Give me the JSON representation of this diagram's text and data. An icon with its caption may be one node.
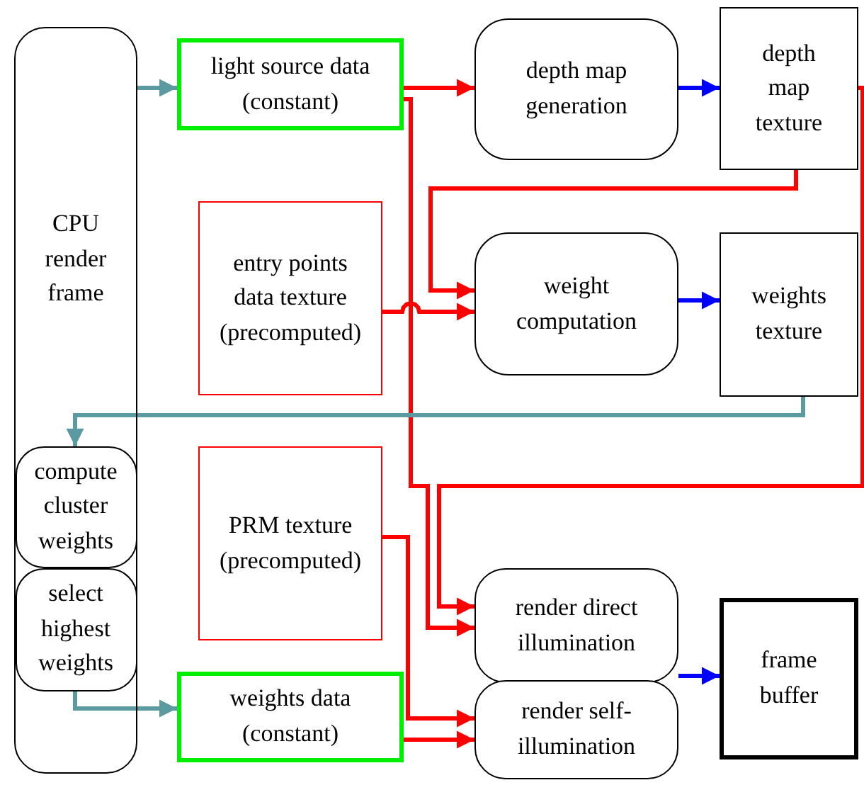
{
  "diagram": {
    "nodes": [
      {
        "text": [
          "CPU render frame"
        ]
      },
      {
        "text": [
          "compute cluster weights"
        ],
        "in": 0
      },
      {
        "text": [
          "select highest weights"
        ],
        "in": 0
      },
      {
        "text": [
          "light source data (constant)"
        ]
      },
      {
        "text": [
          "entry points data texture (precomputed)"
        ]
      },
      {
        "text": [
          "PRM texture (precomputed)"
        ]
      },
      {
        "text": [
          "weights data (constant)"
        ]
      },
      {
        "text": [
          "depth map generation"
        ]
      },
      {
        "text": [
          "depth map texture"
        ]
      },
      {
        "text": [
          "weight computation"
        ]
      },
      {
        "text": [
          "weights texture"
        ]
      },
      {
        "text": [
          "render direct illumination"
        ]
      },
      {
        "text": [
          "render self-illumination"
        ]
      },
      {
        "text": [
          "frame buffer"
        ]
      }
    ],
    "edges": [
      {
        "from": 0,
        "to": 3,
        "arrow": "to",
        "color": "#5b9aa0"
      },
      {
        "from": 3,
        "to": 7,
        "arrow": "to"
      },
      {
        "from": 7,
        "to": 8,
        "arrow": "to",
        "color": "#0000ff"
      },
      {
        "from": 3,
        "to": 11,
        "arrow": "to"
      },
      {
        "from": 8,
        "to": 11,
        "arrow": "to"
      },
      {
        "from": 8,
        "to": 9,
        "arrow": "to"
      },
      {
        "from": 4,
        "to": 9,
        "arrow": "to"
      },
      {
        "from": 9,
        "to": 10,
        "arrow": "to",
        "color": "#0000ff"
      },
      {
        "from": 10,
        "to": 1,
        "arrow": "to",
        "color": "#5b9aa0"
      },
      {
        "from": 5,
        "to": 12,
        "arrow": "to"
      },
      {
        "from": 6,
        "to": 12,
        "arrow": "to"
      },
      {
        "from": 11,
        "to": 13,
        "arrow": "to",
        "color": "#0000ff"
      },
      {
        "from": 2,
        "to": 6,
        "arrow": "to",
        "color": "#5b9aa0"
      }
    ]
  }
}
